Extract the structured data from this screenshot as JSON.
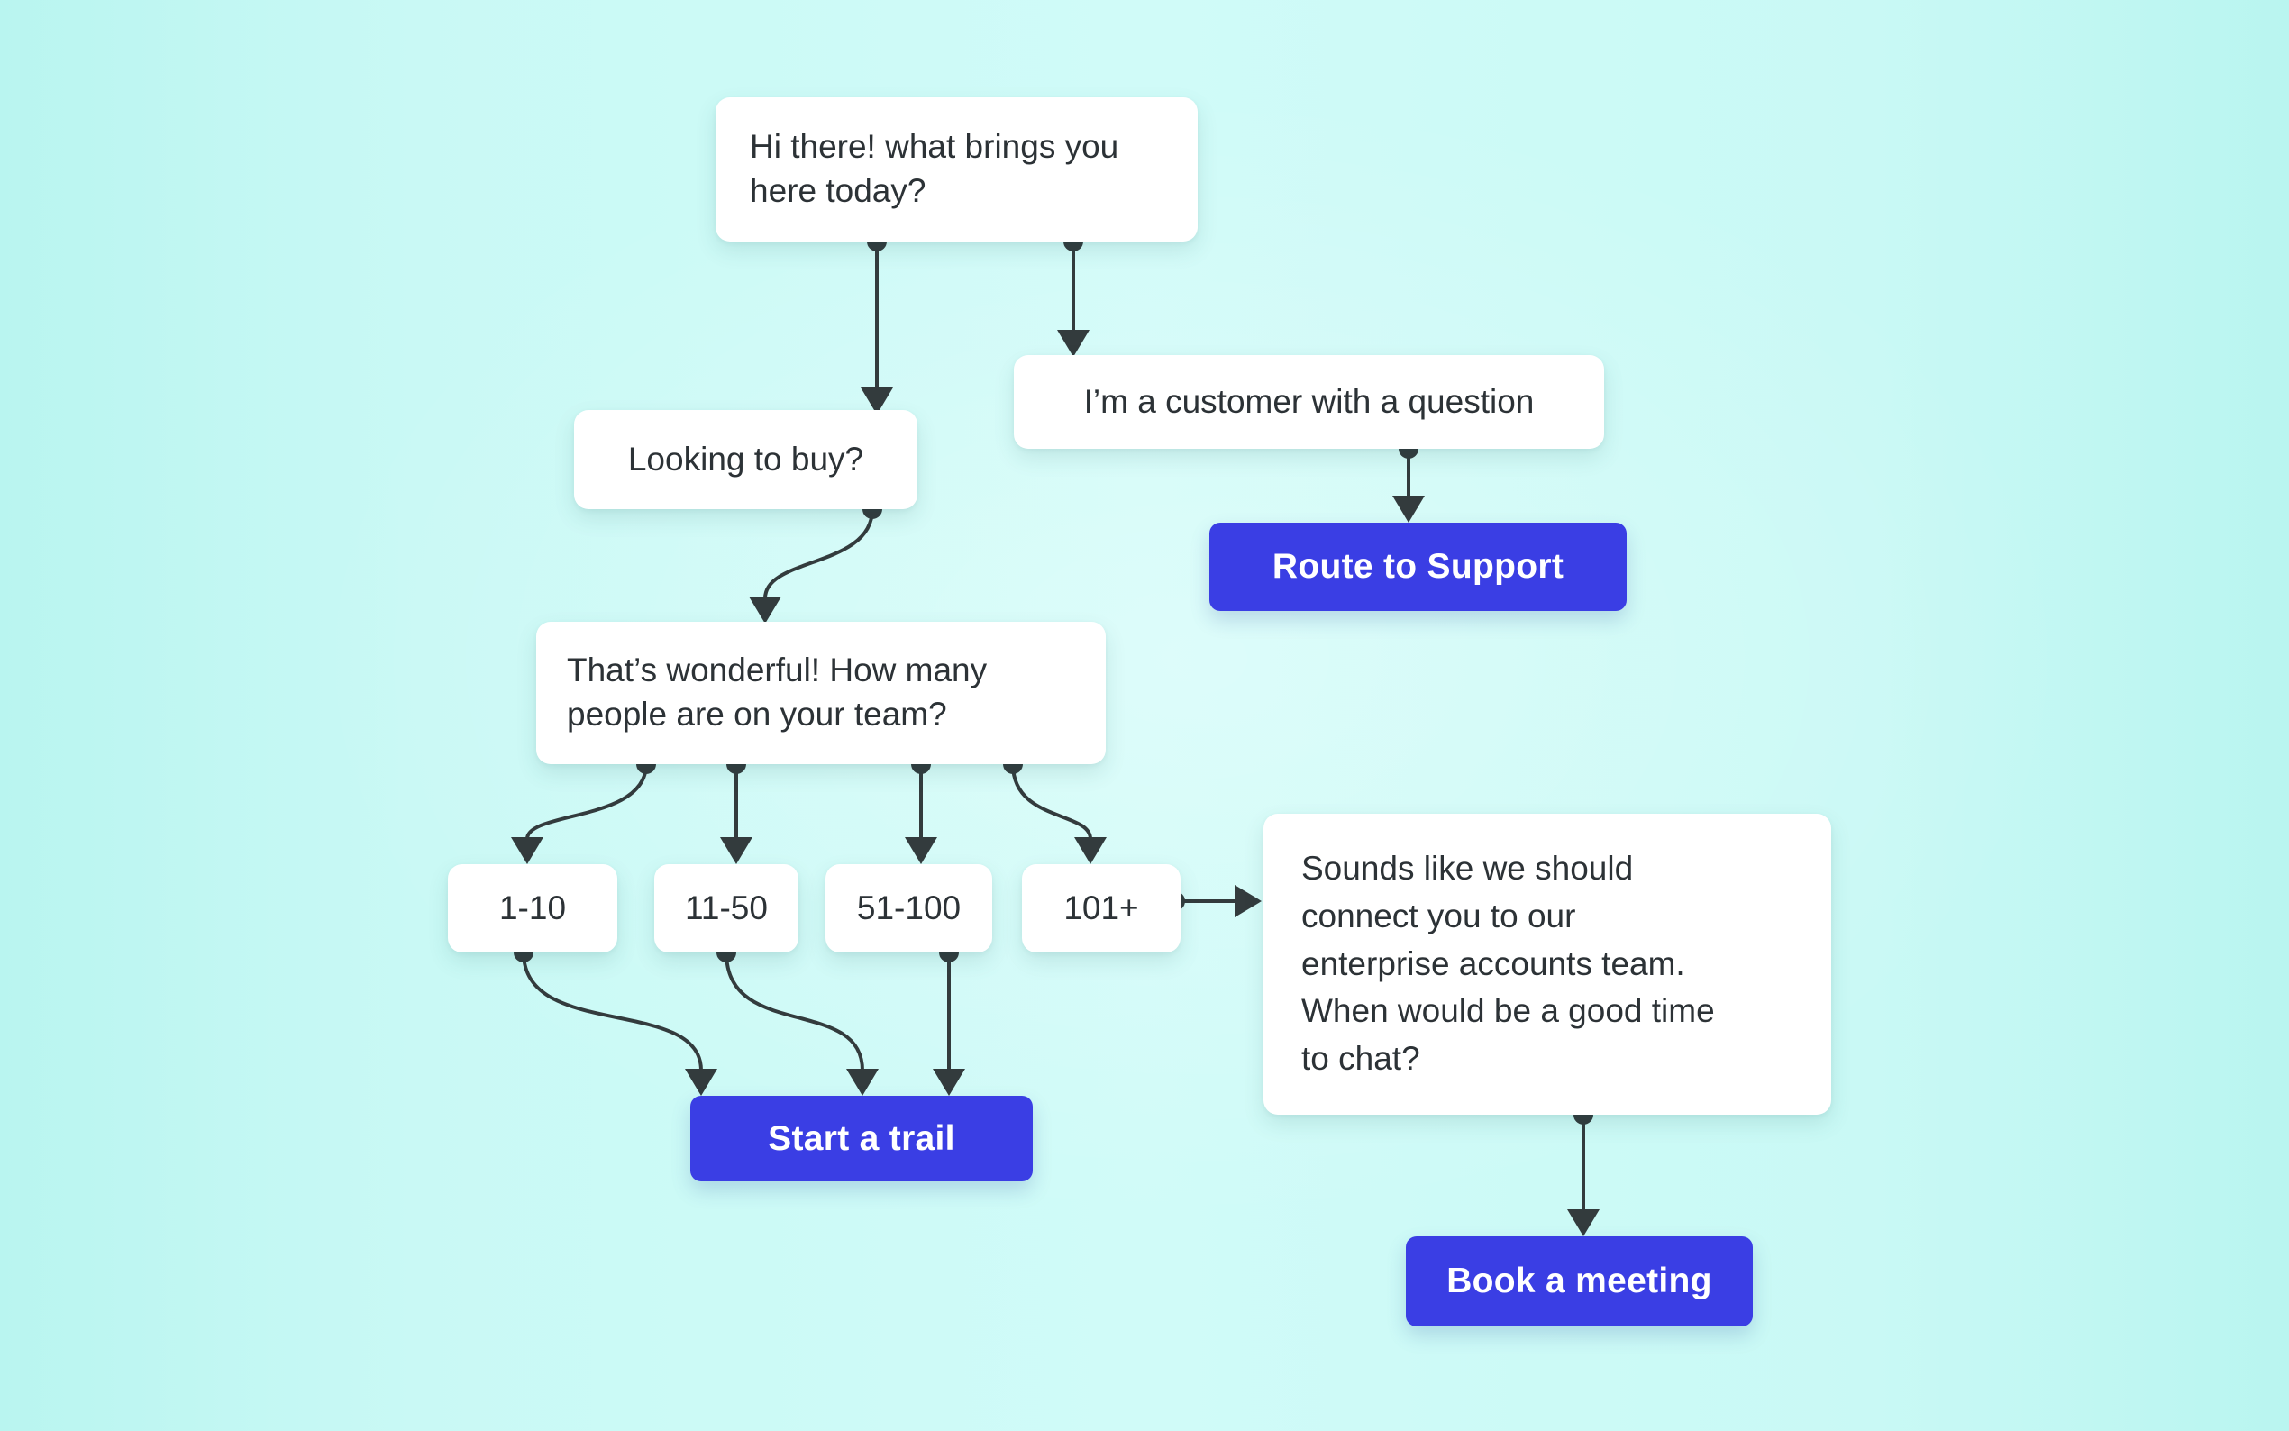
{
  "palette": {
    "background": "#c9f9f5",
    "node_background": "#ffffff",
    "action_background": "#3a3ee4",
    "action_text": "#ffffff",
    "text": "#2c3236",
    "connector": "#333b3d"
  },
  "nodes": {
    "greeting": {
      "text": "Hi there! what brings you\nhere today?"
    },
    "looking_to_buy": {
      "text": "Looking to buy?"
    },
    "customer_question": {
      "text": "I’m a customer with a question"
    },
    "route_to_support": {
      "text": "Route to Support"
    },
    "team_size": {
      "text": "That’s wonderful! How many\npeople are on your team?"
    },
    "size_1_10": {
      "text": "1-10"
    },
    "size_11_50": {
      "text": "11-50"
    },
    "size_51_100": {
      "text": "51-100"
    },
    "size_101_plus": {
      "text": "101+"
    },
    "start_trail": {
      "text": "Start a trail"
    },
    "enterprise_message": {
      "text": "Sounds like we should\nconnect you to our\nenterprise accounts team.\nWhen would be a good time\nto chat?"
    },
    "book_meeting": {
      "text": "Book a meeting"
    }
  },
  "edges": [
    {
      "from": "greeting",
      "to": "looking_to_buy"
    },
    {
      "from": "greeting",
      "to": "customer_question"
    },
    {
      "from": "looking_to_buy",
      "to": "team_size"
    },
    {
      "from": "customer_question",
      "to": "route_to_support"
    },
    {
      "from": "team_size",
      "to": "size_1_10"
    },
    {
      "from": "team_size",
      "to": "size_11_50"
    },
    {
      "from": "team_size",
      "to": "size_51_100"
    },
    {
      "from": "team_size",
      "to": "size_101_plus"
    },
    {
      "from": "size_1_10",
      "to": "start_trail"
    },
    {
      "from": "size_11_50",
      "to": "start_trail"
    },
    {
      "from": "size_51_100",
      "to": "start_trail"
    },
    {
      "from": "size_101_plus",
      "to": "enterprise_message"
    },
    {
      "from": "enterprise_message",
      "to": "book_meeting"
    }
  ]
}
